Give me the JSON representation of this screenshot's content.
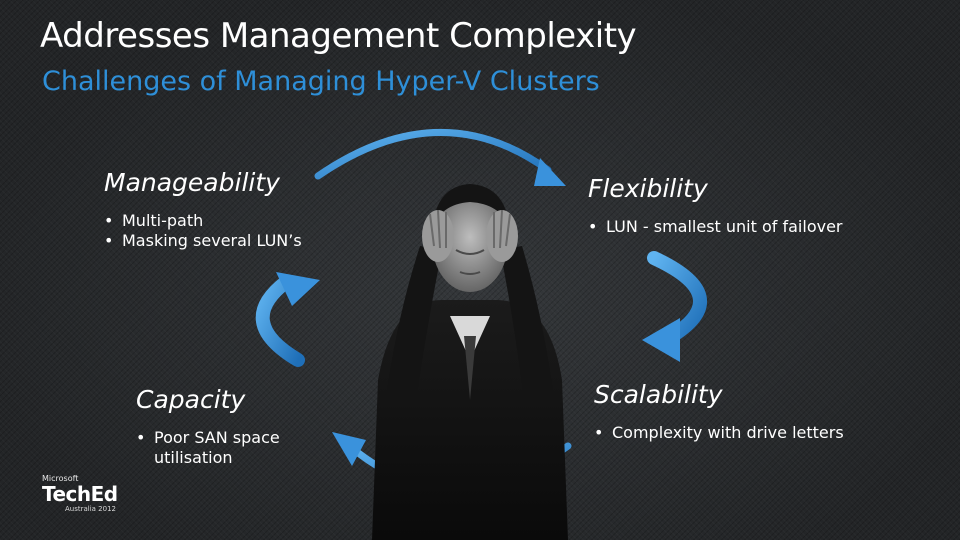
{
  "slide": {
    "title": "Addresses Management Complexity",
    "subtitle": "Challenges of Managing Hyper-V Clusters"
  },
  "quadrants": {
    "manageability": {
      "heading": "Manageability",
      "bullets": [
        "Multi-path",
        "Masking several LUN’s"
      ]
    },
    "flexibility": {
      "heading": "Flexibility",
      "bullets": [
        "LUN - smallest unit of failover"
      ]
    },
    "capacity": {
      "heading": "Capacity",
      "bullets": [
        "Poor SAN space utilisation"
      ]
    },
    "scalability": {
      "heading": "Scalability",
      "bullets": [
        "Complexity with drive letters"
      ]
    }
  },
  "bullet_glyph": "•",
  "logo": {
    "brand": "Microsoft",
    "event": "TechEd",
    "edition": "Australia 2012"
  },
  "colors": {
    "accent": "#2e8fd8",
    "arrow": "#3a92dc",
    "background": "#2a2c2d"
  },
  "icons": [
    "cycle-arrow-icon",
    "stressed-man-image"
  ]
}
